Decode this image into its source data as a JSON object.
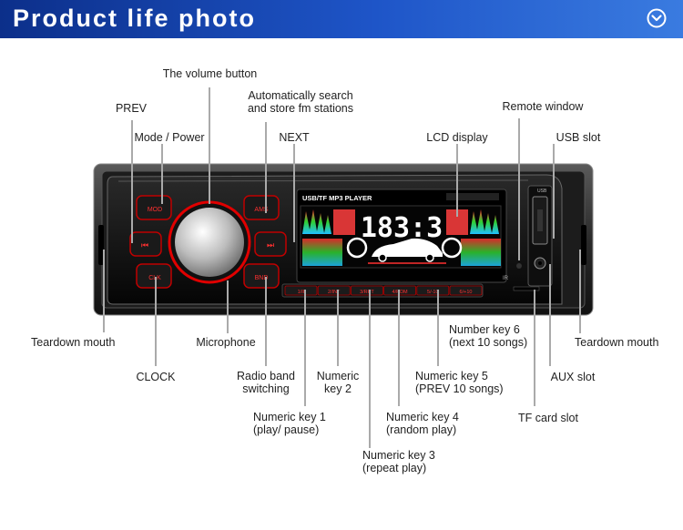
{
  "header": {
    "title": "Product life photo",
    "chevron_icon": "chevron-down-circle-icon"
  },
  "device": {
    "lcd_title": "USB/TF MP3 PLAYER",
    "lcd_digits": "183:3",
    "usb_port_label": "USB",
    "keys": {
      "mode": "MOD",
      "ams": "AMS",
      "clk": "CLK",
      "band": "BND"
    },
    "numeric_keys": [
      "1/II",
      "2/INT",
      "3/RPT",
      "4/RDM",
      "5/-10",
      "6/+10"
    ]
  },
  "labels": {
    "volume": "The volume button",
    "ams_line1": "Automatically search",
    "ams_line2": "and store fm stations",
    "prev": "PREV",
    "mode_power": "Mode / Power",
    "next": "NEXT",
    "lcd": "LCD display",
    "remote": "Remote window",
    "usb_slot": "USB slot",
    "teardown_left": "Teardown mouth",
    "microphone": "Microphone",
    "key6_line1": "Number key 6",
    "key6_line2": "(next 10 songs)",
    "teardown_right": "Teardown mouth",
    "clock": "CLOCK",
    "band_line1": "Radio band",
    "band_line2": "switching",
    "key2_line1": "Numeric",
    "key2_line2": "key 2",
    "key5_line1": "Numeric key 5",
    "key5_line2": "(PREV 10 songs)",
    "aux": "AUX slot",
    "key1_line1": "Numeric key 1",
    "key1_line2": "(play/ pause)",
    "key4_line1": "Numeric key 4",
    "key4_line2": "(random play)",
    "tf": "TF card slot",
    "key3_line1": "Numeric key 3",
    "key3_line2": "(repeat play)"
  }
}
